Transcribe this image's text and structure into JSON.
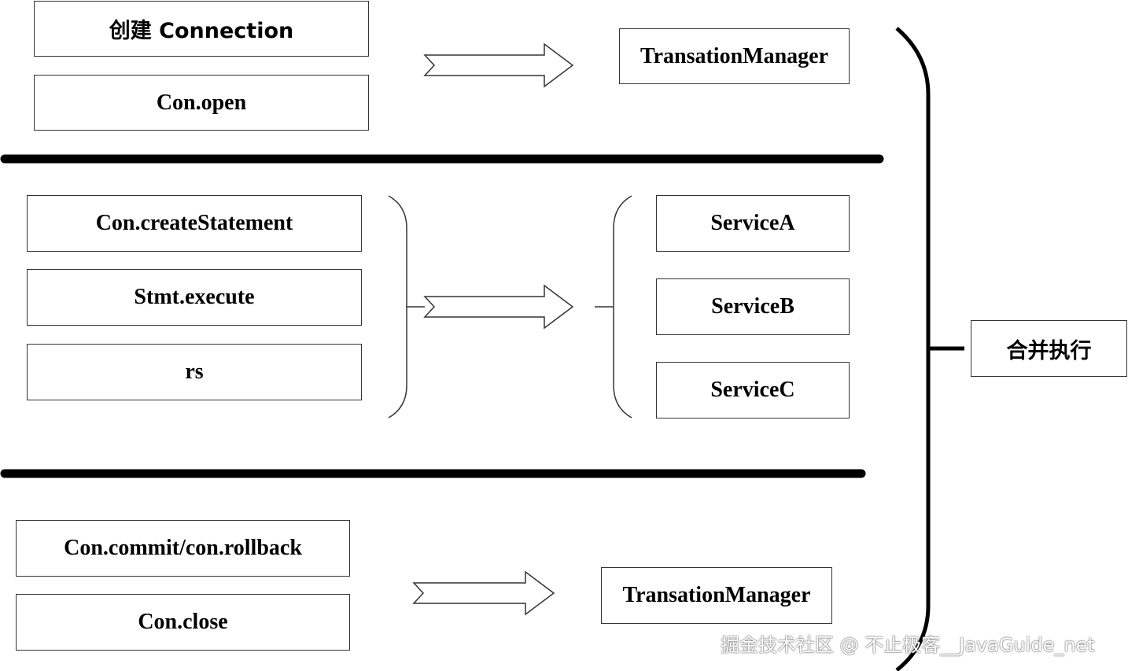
{
  "boxes": {
    "create_connection": "创建 Connection",
    "con_open": "Con.open",
    "transaction_manager_top": "TransationManager",
    "con_create_statement": "Con.createStatement",
    "stmt_execute": "Stmt.execute",
    "rs": "rs",
    "service_a": "ServiceA",
    "service_b": "ServiceB",
    "service_c": "ServiceC",
    "merge_execute": "合并执行",
    "con_commit_rollback": "Con.commit/con.rollback",
    "con_close": "Con.close",
    "transaction_manager_bottom": "TransationManager"
  },
  "watermark": "掘金技术社区 @ 不止极客__JavaGuide_net",
  "colors": {
    "line": "#000000",
    "border": "#333333",
    "background": "#ffffff"
  }
}
